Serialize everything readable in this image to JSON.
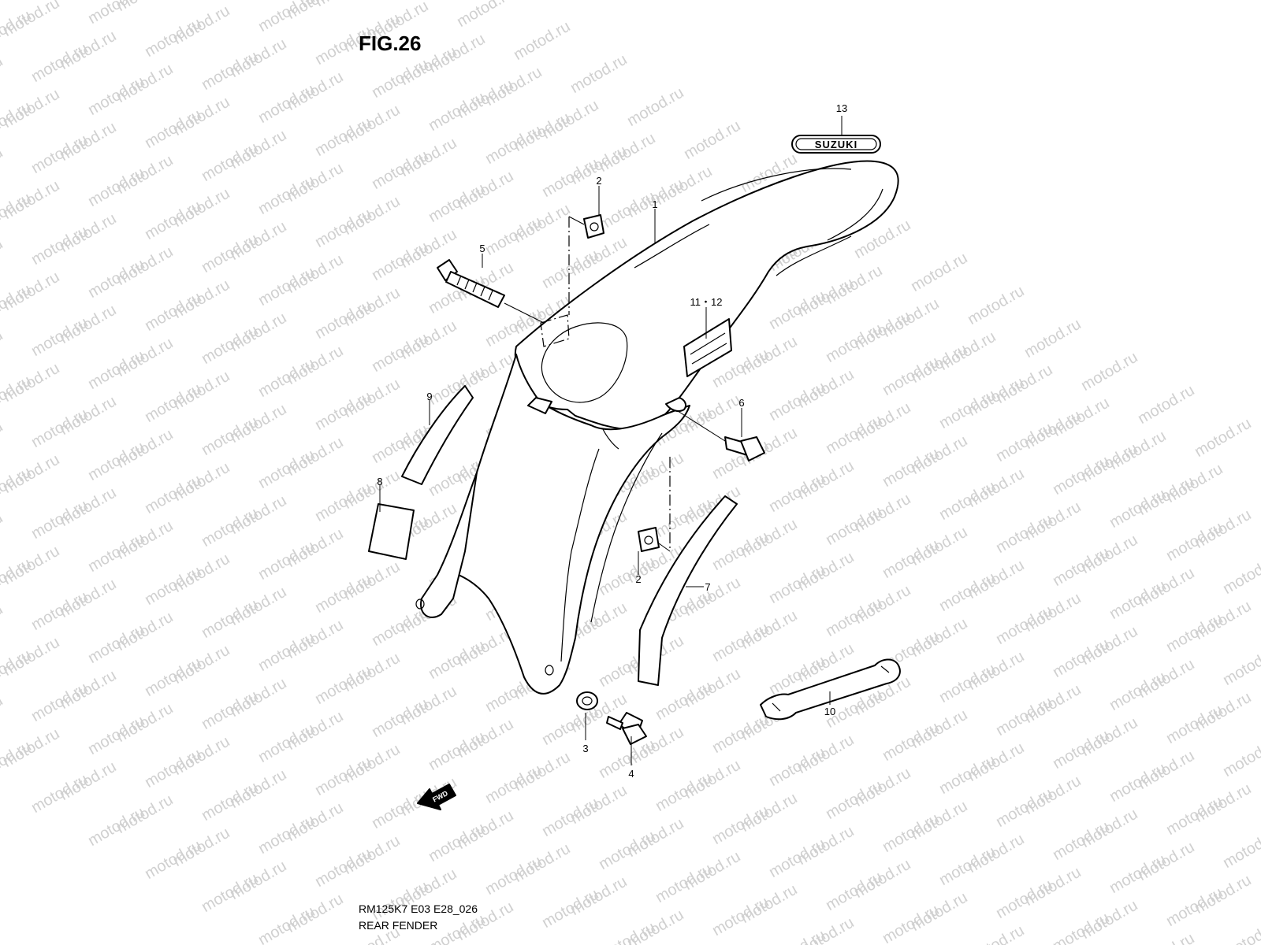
{
  "watermark": {
    "text": "motod.ru"
  },
  "figure": {
    "title": "FIG.26"
  },
  "logo": {
    "text": "SUZUKI"
  },
  "fwd_arrow": {
    "text": "FWD"
  },
  "caption": {
    "code": "RM125K7 E03 E28_026",
    "name": "REAR FENDER"
  },
  "callouts": [
    {
      "id": "1",
      "label": "1"
    },
    {
      "id": "2a",
      "label": "2"
    },
    {
      "id": "2b",
      "label": "2"
    },
    {
      "id": "3",
      "label": "3"
    },
    {
      "id": "4",
      "label": "4"
    },
    {
      "id": "5",
      "label": "5"
    },
    {
      "id": "6",
      "label": "6"
    },
    {
      "id": "7",
      "label": "7"
    },
    {
      "id": "8",
      "label": "8"
    },
    {
      "id": "9",
      "label": "9"
    },
    {
      "id": "10",
      "label": "10"
    },
    {
      "id": "11-12",
      "label": "11・12"
    },
    {
      "id": "13",
      "label": "13"
    }
  ]
}
